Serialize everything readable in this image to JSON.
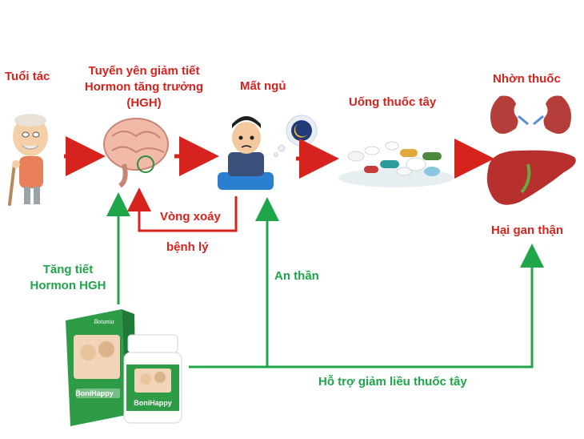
{
  "labels": {
    "age": "Tuổi tác",
    "pituitary_line1": "Tuyến yên giảm tiết",
    "pituitary_line2": "Hormon tăng trưởng",
    "pituitary_line3": "(HGH)",
    "insomnia": "Mất ngủ",
    "western_medicine": "Uống thuốc tây",
    "tolerance": "Nhờn thuốc",
    "liver_kidney": "Hại gan thận",
    "vicious_line1": "Vòng xoáy",
    "vicious_line2": "bệnh lý",
    "hgh_line1": "Tăng tiết",
    "hgh_line2": "Hormon HGH",
    "sedative": "An thần",
    "reduce_dose": "Hỗ trợ giảm liều thuốc tây"
  },
  "product": {
    "brand": "BoniHappy",
    "maker": "Botania"
  },
  "colors": {
    "red": "#d6231e",
    "green": "#1fa54a",
    "box_green": "#2e9b46"
  }
}
